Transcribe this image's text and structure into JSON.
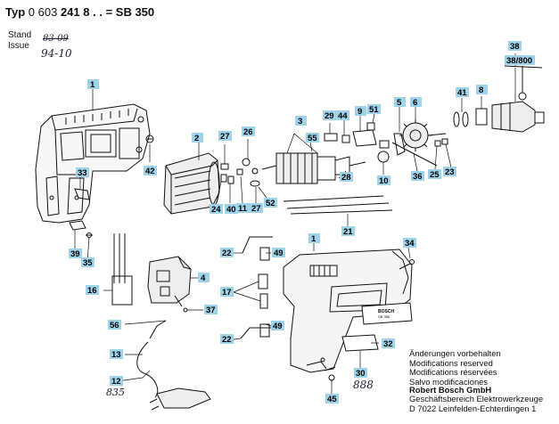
{
  "header": {
    "typ_label": "Typ",
    "number_prefix": "0 603",
    "number_bold": "241",
    "number_suffix": "8 . . = SB 350"
  },
  "stand": {
    "label_line1": "Stand",
    "label_line2": "Issue",
    "old_date": "83-09",
    "new_date": "94-10"
  },
  "callouts": [
    "1",
    "2",
    "3",
    "4",
    "5",
    "6",
    "8",
    "9",
    "10",
    "11",
    "12",
    "13",
    "16",
    "17",
    "21",
    "22",
    "23",
    "24",
    "25",
    "26",
    "27",
    "28",
    "29",
    "30",
    "32",
    "33",
    "34",
    "35",
    "36",
    "37",
    "38",
    "38/800",
    "39",
    "40",
    "41",
    "42",
    "44",
    "45",
    "49",
    "51",
    "52",
    "55",
    "56"
  ],
  "handwritten": {
    "code_12": "835",
    "code_30": "888"
  },
  "nameplate": {
    "brand": "BOSCH",
    "model": "SB 350"
  },
  "notes": [
    "Änderungen vorbehalten",
    "Modifications reserved",
    "Modifications réservées",
    "Salvo modificaciones"
  ],
  "address": [
    "Robert Bosch GmbH",
    "Geschäftsbereich Elektrowerkzeuge",
    "D 7022 Leinfelden-Echterdingen 1"
  ],
  "colors": {
    "highlight": "#9fd3ea",
    "ink": "#111111"
  }
}
